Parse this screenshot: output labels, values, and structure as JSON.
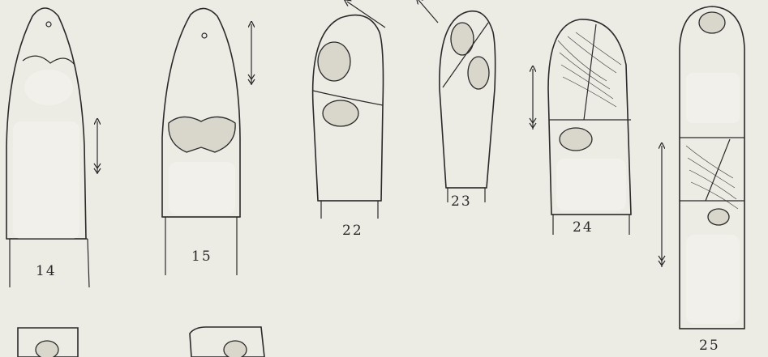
{
  "figures": [
    {
      "id": "fig-14",
      "label": "14"
    },
    {
      "id": "fig-15",
      "label": "15"
    },
    {
      "id": "fig-22",
      "label": "22"
    },
    {
      "id": "fig-23",
      "label": "23"
    },
    {
      "id": "fig-24",
      "label": "24"
    },
    {
      "id": "fig-25",
      "label": "25"
    }
  ],
  "colors": {
    "paper": "#ecebe4",
    "ink": "#2a2a2a",
    "stipple": "#8a877d"
  }
}
